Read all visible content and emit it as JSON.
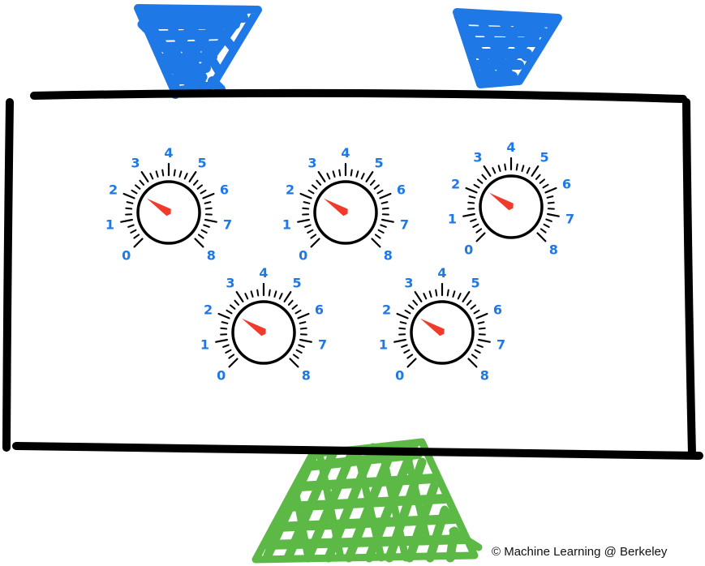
{
  "credit": "© Machine Learning @ Berkeley",
  "dial_labels": [
    "0",
    "1",
    "2",
    "3",
    "4",
    "5",
    "6",
    "7",
    "8"
  ],
  "dials": [
    {
      "id": "dial-1",
      "value": 2.3
    },
    {
      "id": "dial-2",
      "value": 2.3
    },
    {
      "id": "dial-3",
      "value": 2.3
    },
    {
      "id": "dial-4",
      "value": 2.3
    },
    {
      "id": "dial-5",
      "value": 2.3
    }
  ],
  "colors": {
    "outline": "#000000",
    "funnel": "#1e78e6",
    "base": "#5cb946",
    "pointer": "#ef3a2c",
    "labels": "#1e78e6"
  }
}
